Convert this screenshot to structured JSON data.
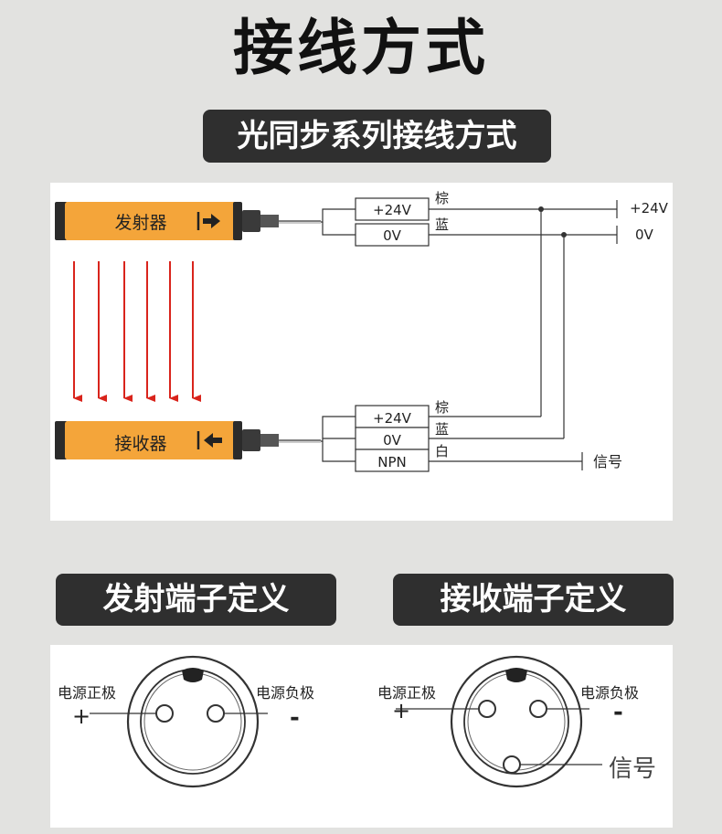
{
  "title": "接线方式",
  "subtitle": "光同步系列接线方式",
  "emitter": {
    "label": "发射器",
    "terminals": [
      "+24V",
      "0V"
    ],
    "wire_colors": [
      "棕",
      "蓝"
    ]
  },
  "receiver": {
    "label": "接收器",
    "terminals": [
      "+24V",
      "0V",
      "NPN"
    ],
    "wire_colors": [
      "棕",
      "蓝",
      "白"
    ]
  },
  "supply": {
    "positive": "+24V",
    "negative": "0V"
  },
  "signal_output": "信号",
  "emit_terminal_title": "发射端子定义",
  "recv_terminal_title": "接收端子定义",
  "emit_terminal": {
    "left_label": "电源正极",
    "left_sign": "+",
    "right_label": "电源负极",
    "right_sign": "-"
  },
  "recv_terminal": {
    "left_label": "电源正极",
    "left_sign": "+",
    "right_label": "电源负极",
    "right_sign": "-",
    "bottom_label": "信号"
  },
  "colors": {
    "sensor_body": "#f4a53a",
    "beam_arrow": "#d9241c",
    "pill_bg": "#2f2f2f",
    "page_bg": "#e2e2e0"
  }
}
